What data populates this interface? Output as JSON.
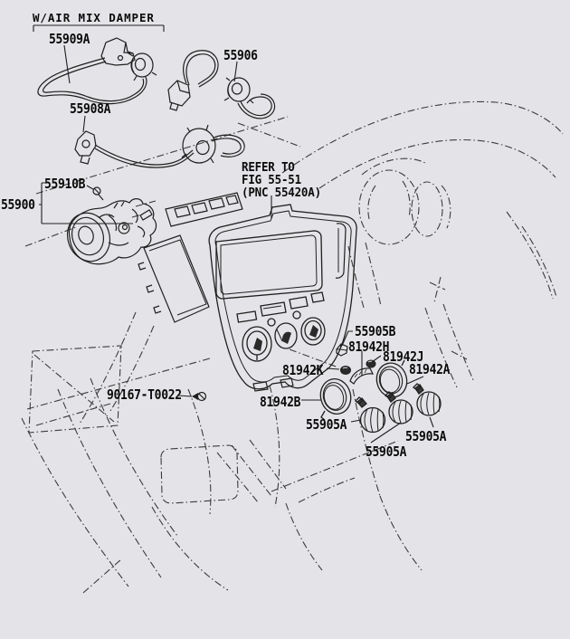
{
  "diagram": {
    "header_note": "W/AIR MIX DAMPER",
    "refer_note": {
      "line1": "REFER TO",
      "line2": "FIG 55-51",
      "line3": "(PNC 55420A)"
    },
    "part_labels": [
      {
        "text": "55909A"
      },
      {
        "text": "55906"
      },
      {
        "text": "55908A"
      },
      {
        "text": "55910B"
      },
      {
        "text": "55900"
      },
      {
        "text": "55905B"
      },
      {
        "text": "81942H"
      },
      {
        "text": "81942J"
      },
      {
        "text": "81942A"
      },
      {
        "text": "81942K"
      },
      {
        "text": "81942B"
      },
      {
        "text": "90167-T0022"
      },
      {
        "text": "55905A"
      },
      {
        "text": "55905A"
      },
      {
        "text": "55905A"
      }
    ],
    "line_color": "#1f1f1f",
    "phantom_color": "#3c3c3c",
    "background_color": "#e4e4e8"
  }
}
